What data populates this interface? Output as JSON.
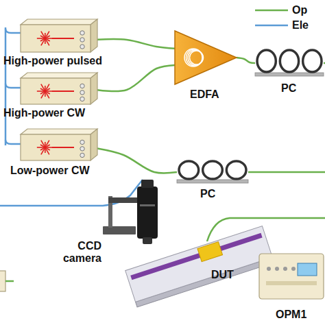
{
  "diagram": {
    "nodes": [
      {
        "text": [
          "High-power pulsed"
        ]
      },
      {
        "text": [
          "High-power CW"
        ]
      },
      {
        "text": [
          "Low-power CW"
        ]
      },
      {
        "text": [
          "EDFA"
        ]
      },
      {
        "text": [
          "PC"
        ]
      },
      {
        "text": [
          "PC"
        ]
      },
      {
        "text": [
          "CCD camera"
        ]
      },
      {
        "text": [
          "DUT"
        ]
      },
      {
        "text": [
          "OPM1"
        ]
      }
    ],
    "edges": [
      {
        "from": 0,
        "to": 3,
        "arrow": "none"
      },
      {
        "from": 1,
        "to": 3,
        "arrow": "none"
      },
      {
        "from": 3,
        "to": 4,
        "arrow": "none"
      },
      {
        "from": 2,
        "to": 5,
        "arrow": "none"
      }
    ],
    "legend": [
      {
        "text": "Op"
      },
      {
        "text": "Ele"
      }
    ]
  }
}
